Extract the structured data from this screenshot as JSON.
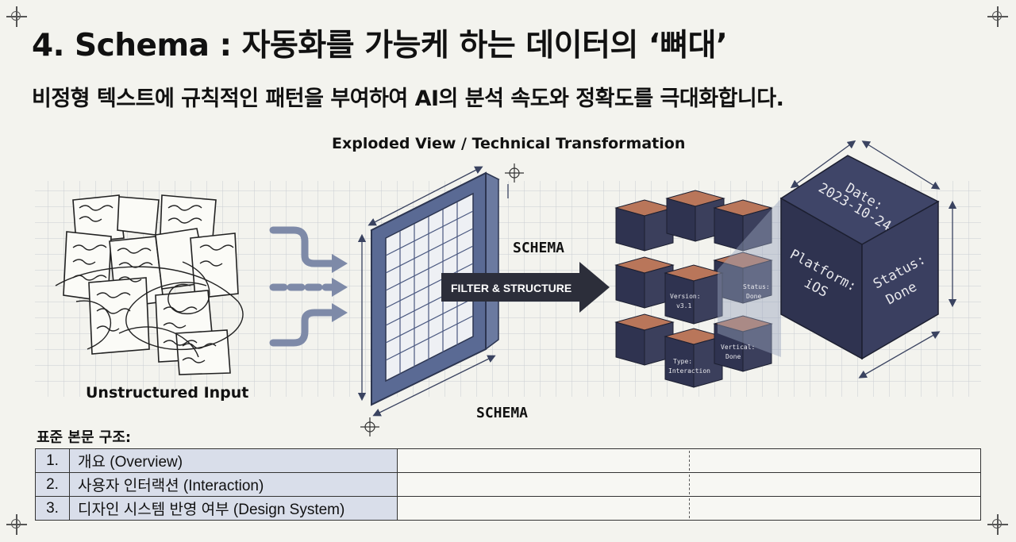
{
  "title": "4. Schema : 자동화를 가능케 하는 데이터의 ‘뼈대’",
  "subtitle": "비정형 텍스트에 규칙적인 패턴을 부여하여 AI의 분석 속도와 정확도를 극대화합니다.",
  "diagram": {
    "caption": "Exploded View / Technical Transformation",
    "input_label": "Unstructured Input",
    "schema_label_top": "SCHEMA",
    "schema_label_bottom": "SCHEMA",
    "process_label": "FILTER & STRUCTURE",
    "big_cube": {
      "top_text_1": "Date:",
      "top_text_2": "2023-10-24",
      "front_text_1": "Platform:",
      "front_text_2": "iOS",
      "side_text_1": "Status:",
      "side_text_2": "Done"
    },
    "small_labels": {
      "version": "Version:",
      "version_value": "v3.1",
      "status": "Status:",
      "status_value": "Done",
      "type": "Type:",
      "type_value": "Interaction",
      "vertical": "Vertical:",
      "vertical_value": "Done"
    }
  },
  "structure": {
    "heading": "표준 본문 구조:",
    "rows": [
      {
        "num": "1.",
        "label": "개요 (Overview)"
      },
      {
        "num": "2.",
        "label": "사용자 인터랙션 (Interaction)"
      },
      {
        "num": "3.",
        "label": "디자인 시스템 반영 여부 (Design System)"
      }
    ]
  },
  "colors": {
    "navy": "#2f3350",
    "copper": "#b9765a",
    "frame": "#4f5e86",
    "arrow": "#2c2e3a"
  }
}
